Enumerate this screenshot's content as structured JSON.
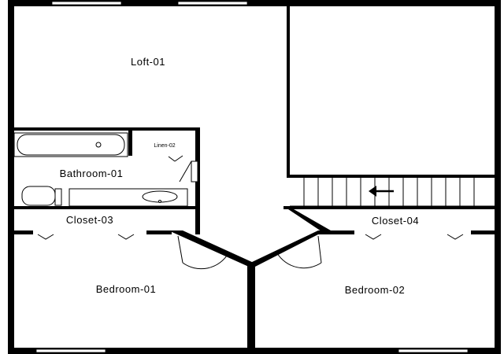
{
  "rooms": {
    "loft": "Loft-01",
    "bathroom": "Bathroom-01",
    "linen": "Linen-02",
    "closet_left": "Closet-03",
    "closet_right": "Closet-04",
    "bedroom_left": "Bedroom-01",
    "bedroom_right": "Bedroom-02"
  },
  "colors": {
    "wall": "#000000",
    "background": "#ffffff"
  },
  "icons": {
    "stair_direction": "arrow-left-icon"
  }
}
